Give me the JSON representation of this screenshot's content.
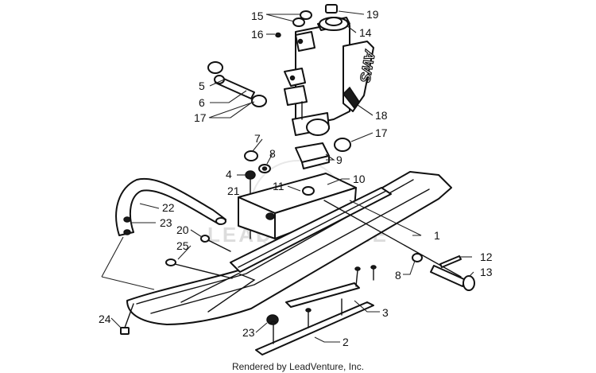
{
  "diagram": {
    "callouts": [
      "1",
      "2",
      "3",
      "4",
      "5",
      "6",
      "7",
      "8",
      "8",
      "9",
      "10",
      "11",
      "12",
      "13",
      "14",
      "15",
      "16",
      "17",
      "17",
      "18",
      "19",
      "20",
      "21",
      "22",
      "23",
      "23",
      "24",
      "25"
    ],
    "decal_text": "AWS",
    "watermark_text": "LEADVENTURE",
    "footer_text": "Rendered by LeadVenture, Inc."
  }
}
